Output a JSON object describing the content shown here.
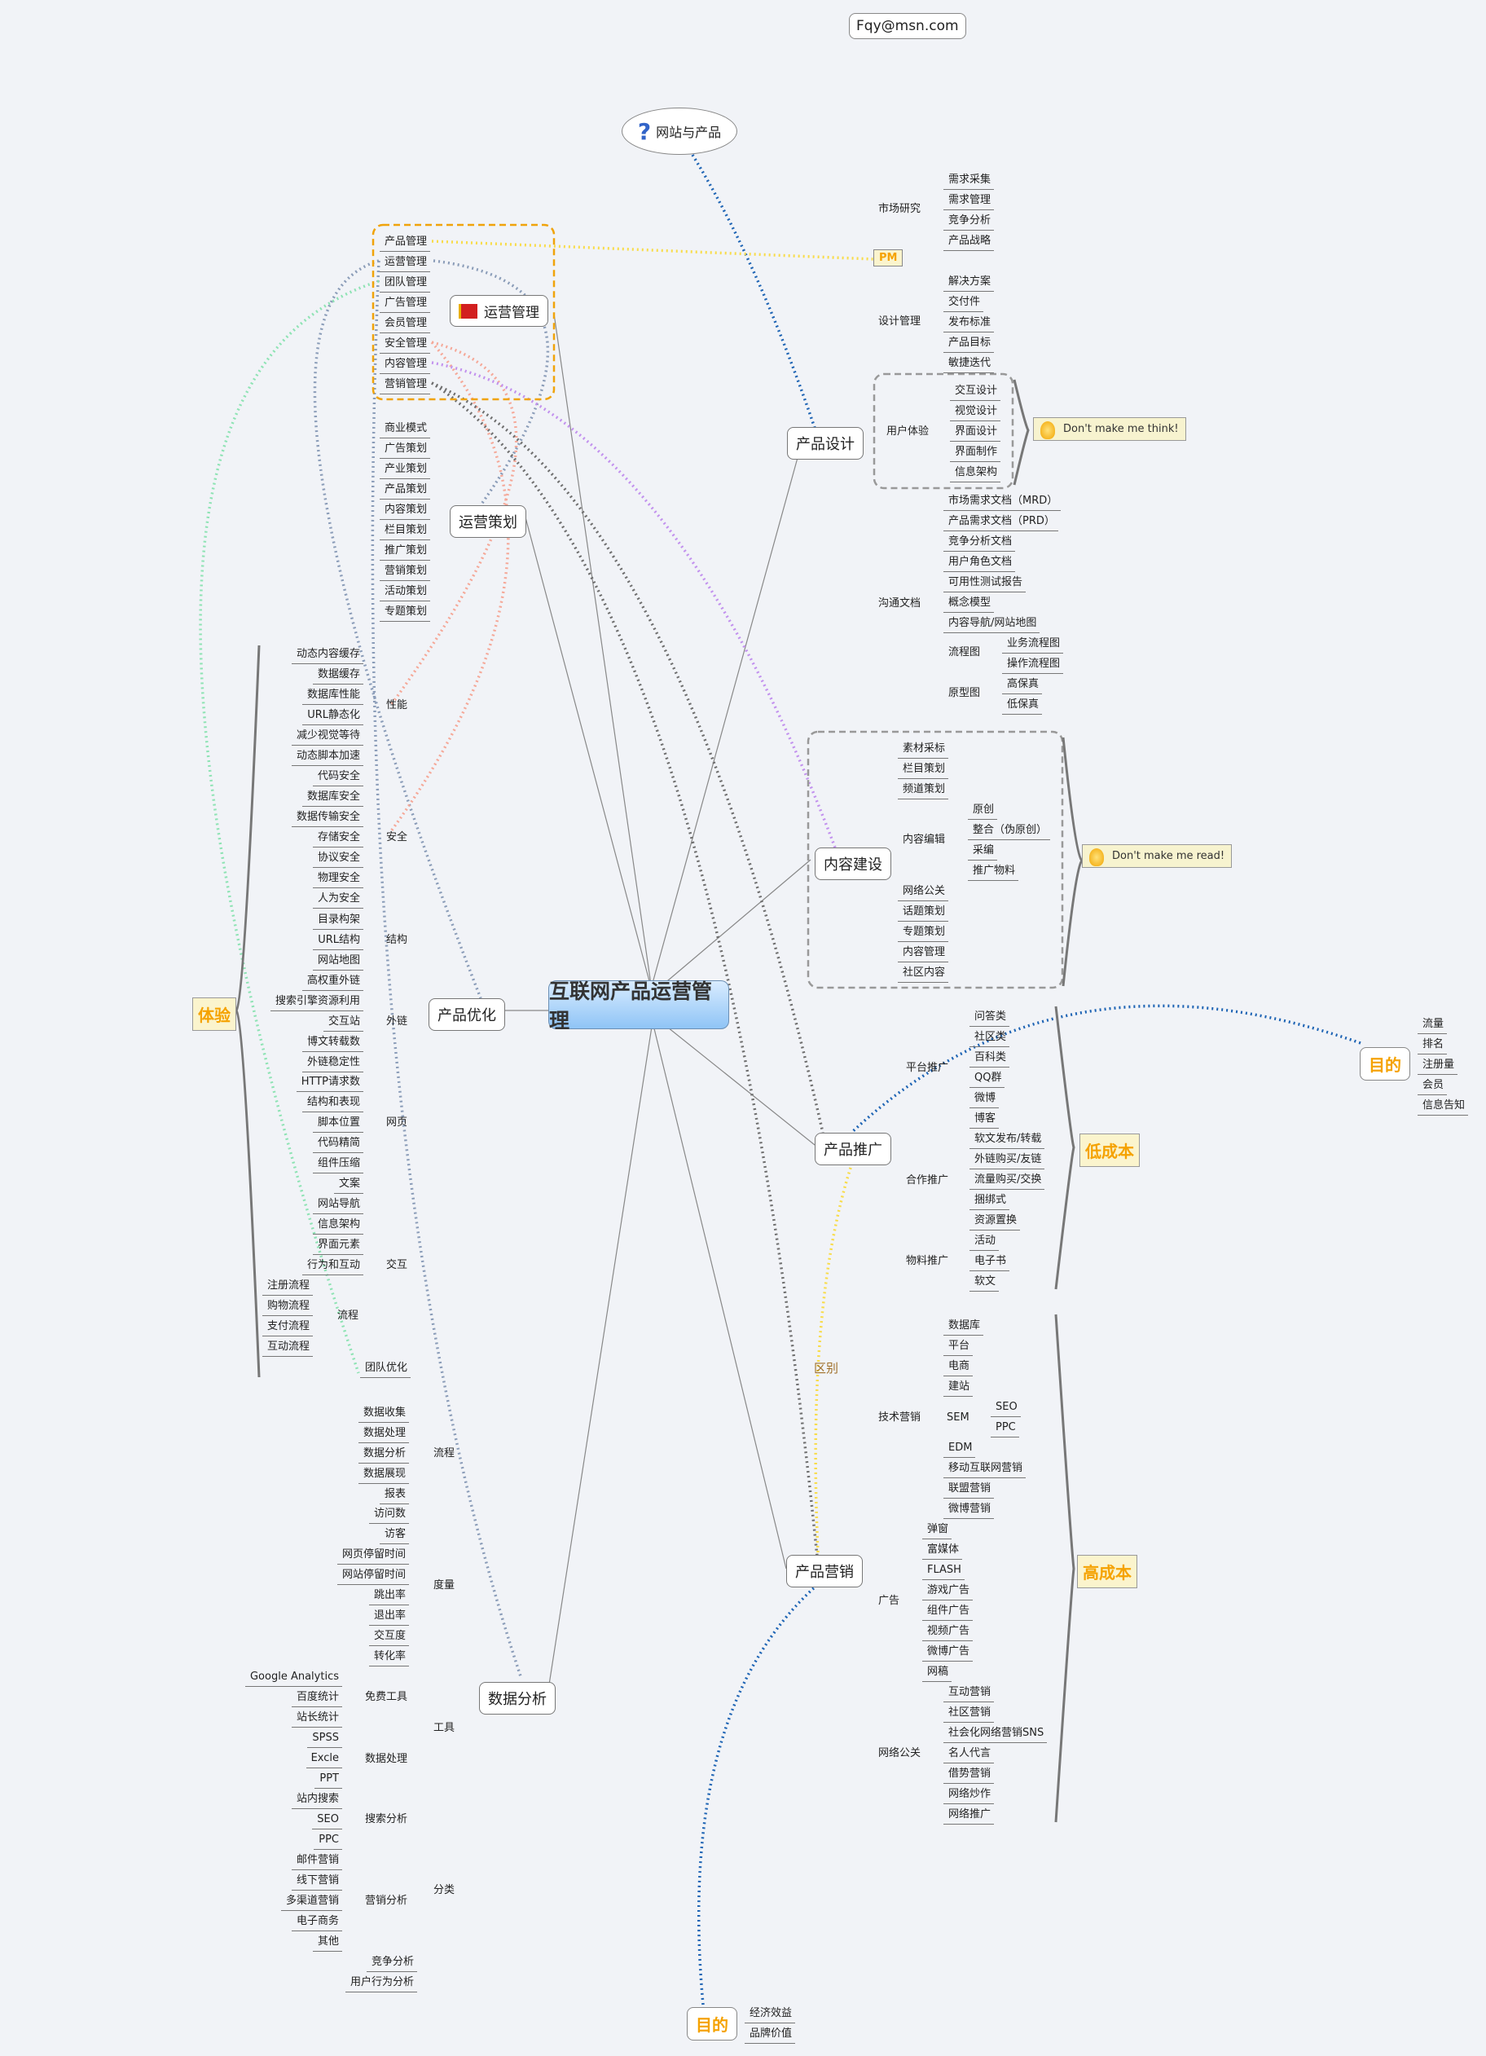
{
  "email": "Fqy@msn.com",
  "floating_topic": "网站与产品",
  "root": "互联网产品运营管理",
  "pm_label": "PM",
  "difference_label": "区别",
  "summary_tags": {
    "experience": "体验",
    "low_cost": "低成本",
    "high_cost": "高成本"
  },
  "notes": {
    "design": "Don't make me think!",
    "content": "Don't make me read!"
  },
  "ops_mgmt": {
    "title": "运营管理",
    "items": [
      "产品管理",
      "运营管理",
      "团队管理",
      "广告管理",
      "会员管理",
      "安全管理",
      "内容管理",
      "营销管理"
    ]
  },
  "ops_planning": {
    "title": "运营策划",
    "items": [
      "商业模式",
      "广告策划",
      "产业策划",
      "产品策划",
      "内容策划",
      "栏目策划",
      "推广策划",
      "营销策划",
      "活动策划",
      "专题策划"
    ]
  },
  "product_design": {
    "title": "产品设计",
    "market_research": {
      "label": "市场研究",
      "items": [
        "需求采集",
        "需求管理",
        "竞争分析",
        "产品战略"
      ]
    },
    "design_mgmt": {
      "label": "设计管理",
      "items": [
        "解决方案",
        "交付件",
        "发布标准",
        "产品目标",
        "敏捷迭代"
      ]
    },
    "ux": {
      "label": "用户体验",
      "items": [
        "交互设计",
        "视觉设计",
        "界面设计",
        "界面制作",
        "信息架构"
      ]
    },
    "docs": {
      "label": "沟通文档",
      "items": [
        "市场需求文档（MRD）",
        "产品需求文档（PRD）",
        "竞争分析文档",
        "用户角色文档",
        "可用性测试报告",
        "概念模型",
        "内容导航/网站地图"
      ],
      "flow": {
        "label": "流程图",
        "items": [
          "业务流程图",
          "操作流程图"
        ]
      },
      "proto": {
        "label": "原型图",
        "items": [
          "高保真",
          "低保真"
        ]
      }
    }
  },
  "content": {
    "title": "内容建设",
    "items_a": [
      "素材采标",
      "栏目策划",
      "频道策划"
    ],
    "edit": {
      "label": "内容编辑",
      "items": [
        "原创",
        "整合（伪原创）",
        "采编",
        "推广物料"
      ]
    },
    "items_b": [
      "网络公关",
      "话题策划",
      "专题策划",
      "内容管理",
      "社区内容"
    ]
  },
  "promotion": {
    "title": "产品推广",
    "platform": {
      "label": "平台推广",
      "items": [
        "问答类",
        "社区类",
        "百科类",
        "QQ群",
        "微博",
        "博客"
      ]
    },
    "coop": {
      "label": "合作推广",
      "items": [
        "软文发布/转载",
        "外链购买/友链",
        "流量购买/交换",
        "捆绑式",
        "资源置换"
      ]
    },
    "material": {
      "label": "物料推广",
      "items": [
        "活动",
        "电子书",
        "软文"
      ]
    }
  },
  "goal_right": {
    "title": "目的",
    "items": [
      "流量",
      "排名",
      "注册量",
      "会员",
      "信息告知"
    ]
  },
  "marketing": {
    "title": "产品营销",
    "tech": {
      "label": "技术营销",
      "items": [
        "数据库",
        "平台",
        "电商",
        "建站"
      ],
      "sem": {
        "label": "SEM",
        "items": [
          "SEO",
          "PPC"
        ]
      },
      "items2": [
        "EDM",
        "移动互联网营销",
        "联盟营销",
        "微博营销"
      ]
    },
    "ads": {
      "label": "广告",
      "items": [
        "弹窗",
        "富媒体",
        "FLASH",
        "游戏广告",
        "组件广告",
        "视频广告",
        "微博广告",
        "网稿"
      ]
    },
    "pr": {
      "label": "网络公关",
      "items": [
        "互动营销",
        "社区营销",
        "社会化网络营销SNS",
        "名人代言",
        "借势营销",
        "网络炒作",
        "网络推广"
      ]
    }
  },
  "goal_bottom": {
    "title": "目的",
    "items": [
      "经济效益",
      "品牌价值"
    ]
  },
  "optimization": {
    "title": "产品优化",
    "perf": {
      "label": "性能",
      "items": [
        "动态内容缓存",
        "数据缓存",
        "数据库性能",
        "URL静态化",
        "减少视觉等待",
        "动态脚本加速"
      ]
    },
    "security": {
      "label": "安全",
      "items": [
        "代码安全",
        "数据库安全",
        "数据传输安全",
        "存储安全",
        "协议安全",
        "物理安全",
        "人为安全"
      ]
    },
    "structure": {
      "label": "结构",
      "items": [
        "目录构架",
        "URL结构",
        "网站地图"
      ]
    },
    "links": {
      "label": "外链",
      "items": [
        "高权重外链",
        "搜索引擎资源利用",
        "交互站",
        "博文转载数",
        "外链稳定性"
      ]
    },
    "page": {
      "label": "网页",
      "items": [
        "HTTP请求数",
        "结构和表现",
        "脚本位置",
        "代码精简",
        "组件压缩"
      ]
    },
    "interaction": {
      "label": "交互",
      "items": [
        "文案",
        "网站导航",
        "信息架构",
        "界面元素",
        "行为和互动"
      ]
    },
    "flow": {
      "label": "流程",
      "items": [
        "注册流程",
        "购物流程",
        "支付流程",
        "互动流程"
      ]
    },
    "team": "团队优化"
  },
  "analytics": {
    "title": "数据分析",
    "process": {
      "label": "流程",
      "items": [
        "数据收集",
        "数据处理",
        "数据分析",
        "数据展现",
        "报表"
      ]
    },
    "metrics": {
      "label": "度量",
      "items": [
        "访问数",
        "访客",
        "网页停留时间",
        "网站停留时间",
        "跳出率",
        "退出率",
        "交互度",
        "转化率"
      ]
    },
    "tools": {
      "label": "工具",
      "free": {
        "label": "免费工具",
        "items": [
          "Google Analytics",
          "百度统计",
          "站长统计"
        ]
      },
      "proc": {
        "label": "数据处理",
        "items": [
          "SPSS",
          "Excle",
          "PPT"
        ]
      }
    },
    "category": {
      "label": "分类",
      "search": {
        "label": "搜索分析",
        "items": [
          "站内搜索",
          "SEO",
          "PPC"
        ]
      },
      "marketing": {
        "label": "营销分析",
        "items": [
          "邮件营销",
          "线下营销",
          "多渠道营销",
          "电子商务",
          "其他"
        ]
      },
      "others": [
        "竞争分析",
        "用户行为分析"
      ]
    }
  }
}
